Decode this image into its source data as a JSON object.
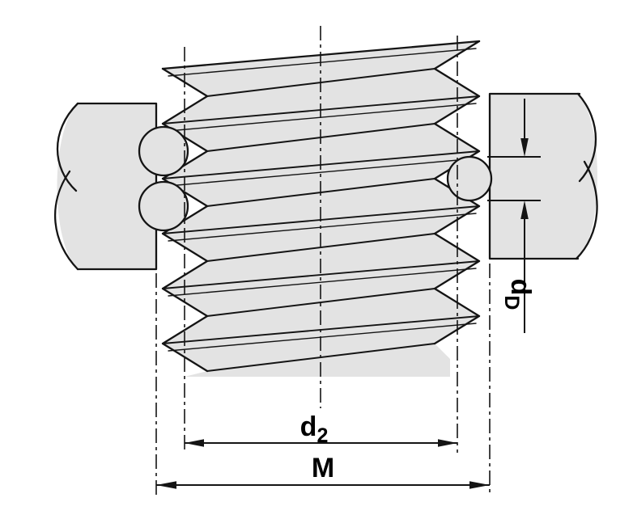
{
  "figure": {
    "type": "technical-diagram",
    "subject": "thread-measurement-over-wires",
    "labels": {
      "pitch_diameter": {
        "base": "d",
        "sub": "2"
      },
      "measurement_over_wires": {
        "label": "M"
      },
      "wire_diameter": {
        "base": "d",
        "sub": "D"
      }
    },
    "colors": {
      "body_fill": "#e3e3e3",
      "line": "#141414",
      "background": "#ffffff"
    }
  }
}
